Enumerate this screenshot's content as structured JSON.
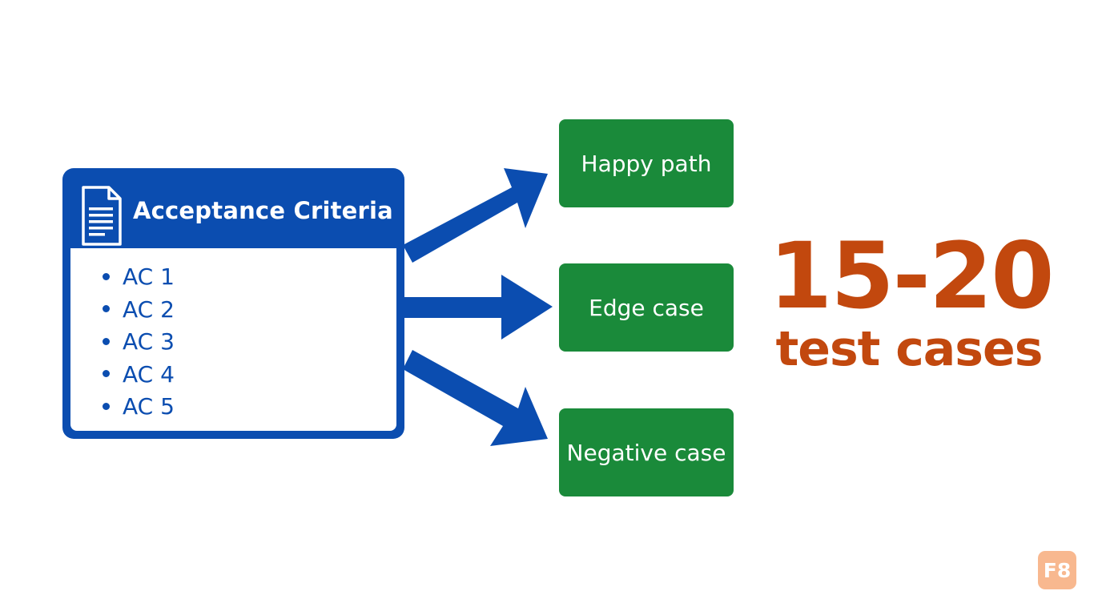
{
  "card": {
    "title": "Acceptance Criteria",
    "icon": "document-icon",
    "items": [
      "AC 1",
      "AC 2",
      "AC 3",
      "AC 4",
      "AC 5"
    ]
  },
  "cases": [
    {
      "label": "Happy path"
    },
    {
      "label": "Edge case"
    },
    {
      "label": "Negative case"
    }
  ],
  "result": {
    "number": "15-20",
    "label": "test cases"
  },
  "badge": {
    "label": "F8"
  },
  "colors": {
    "blue": "#0b4db0",
    "green": "#1a8a3a",
    "orange": "#c2480e",
    "badge": "#f8b88f"
  }
}
